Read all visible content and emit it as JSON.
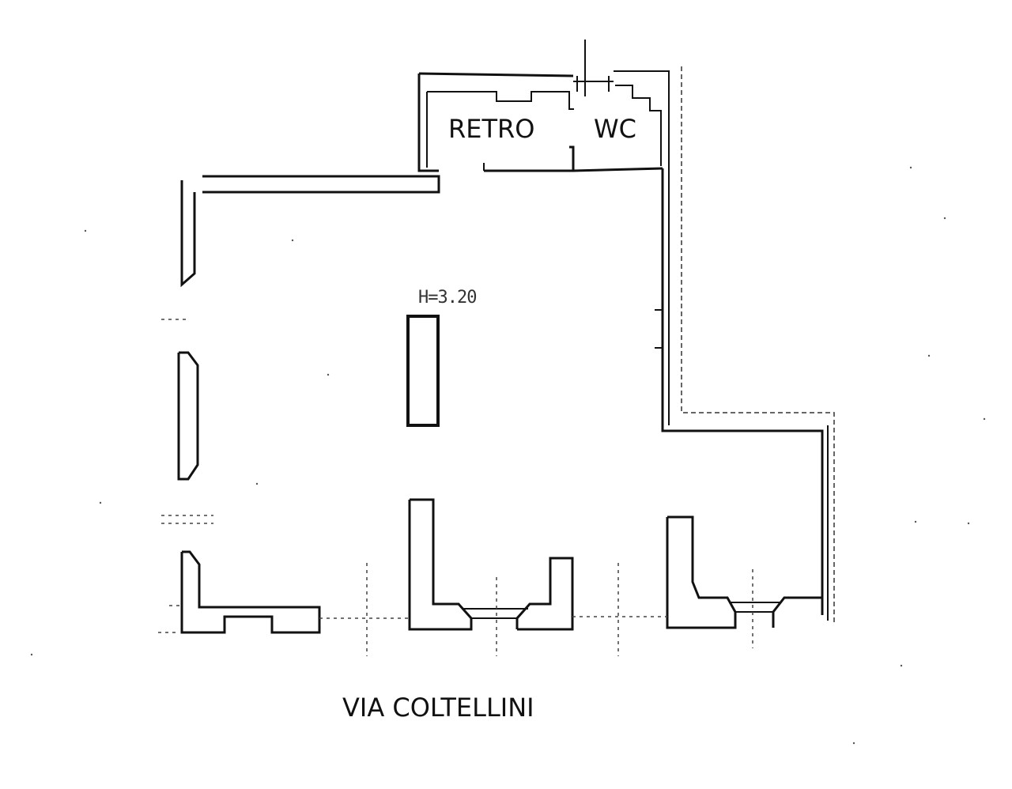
{
  "rooms": {
    "retro": "RETRO",
    "wc": "WC"
  },
  "ceiling_height": "H=3.20",
  "street": "VIA COLTELLINI",
  "colors": {
    "line": "#111111",
    "background": "#ffffff"
  }
}
